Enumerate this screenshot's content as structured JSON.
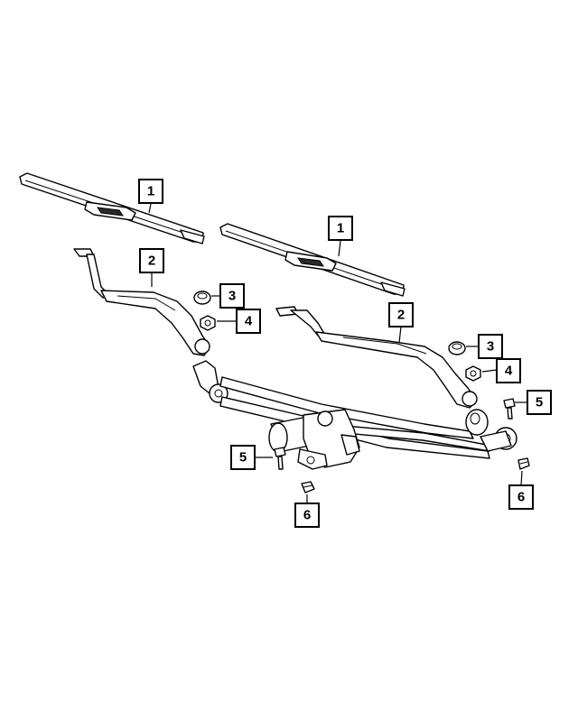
{
  "callouts": [
    {
      "id": "c1a",
      "number": "1",
      "part": "wiper-blade-left"
    },
    {
      "id": "c1b",
      "number": "1",
      "part": "wiper-blade-right"
    },
    {
      "id": "c2a",
      "number": "2",
      "part": "wiper-arm-left"
    },
    {
      "id": "c2b",
      "number": "2",
      "part": "wiper-arm-right"
    },
    {
      "id": "c3a",
      "number": "3",
      "part": "arm-cap-left"
    },
    {
      "id": "c3b",
      "number": "3",
      "part": "arm-cap-right"
    },
    {
      "id": "c4a",
      "number": "4",
      "part": "arm-nut-left"
    },
    {
      "id": "c4b",
      "number": "4",
      "part": "arm-nut-right"
    },
    {
      "id": "c5a",
      "number": "5",
      "part": "bolt-left"
    },
    {
      "id": "c5b",
      "number": "5",
      "part": "bolt-right"
    },
    {
      "id": "c6a",
      "number": "6",
      "part": "clip-nut-left"
    },
    {
      "id": "c6b",
      "number": "6",
      "part": "clip-nut-right"
    }
  ]
}
